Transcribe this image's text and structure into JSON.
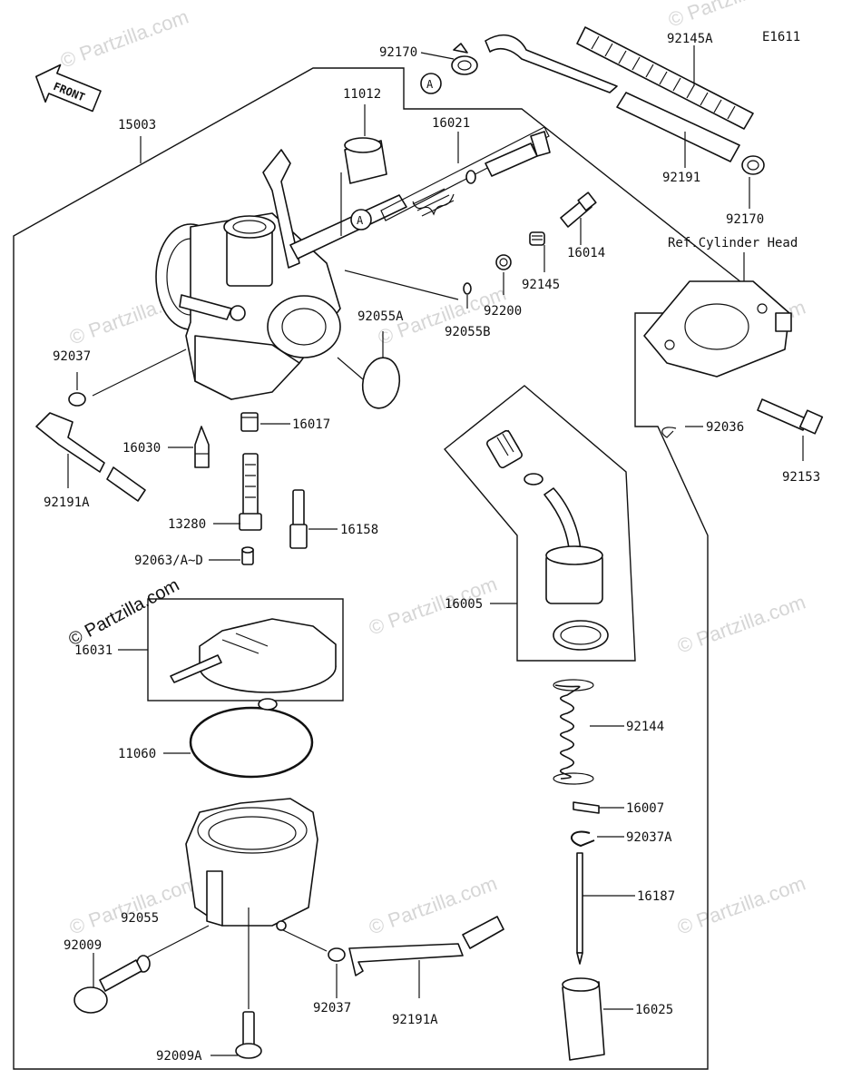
{
  "diagram_code": "E1611",
  "front_label": "FRONT",
  "ref_label": "Ref.Cylinder Head",
  "callout_letter": "A",
  "copyright": "© Partzilla.com",
  "watermark": "© Partzilla.com",
  "parts": {
    "p15003": "15003",
    "p11012": "11012",
    "p16021": "16021",
    "p92170_top": "92170",
    "p92145A": "92145A",
    "p92191": "92191",
    "p92170_right": "92170",
    "p16014": "16014",
    "p92145": "92145",
    "p92200": "92200",
    "p92055A": "92055A",
    "p92055B": "92055B",
    "p92037_left": "92037",
    "p16017": "16017",
    "p16030": "16030",
    "p92191A_left": "92191A",
    "p13280": "13280",
    "p16158": "16158",
    "p92063": "92063/A~D",
    "p16031": "16031",
    "p11060": "11060",
    "p92036": "92036",
    "p92153": "92153",
    "p16005": "16005",
    "p92144": "92144",
    "p16007": "16007",
    "p92037A": "92037A",
    "p16187": "16187",
    "p16025": "16025",
    "p92055": "92055",
    "p92009": "92009",
    "p92037_bottom": "92037",
    "p92191A_bottom": "92191A",
    "p92009A": "92009A"
  }
}
